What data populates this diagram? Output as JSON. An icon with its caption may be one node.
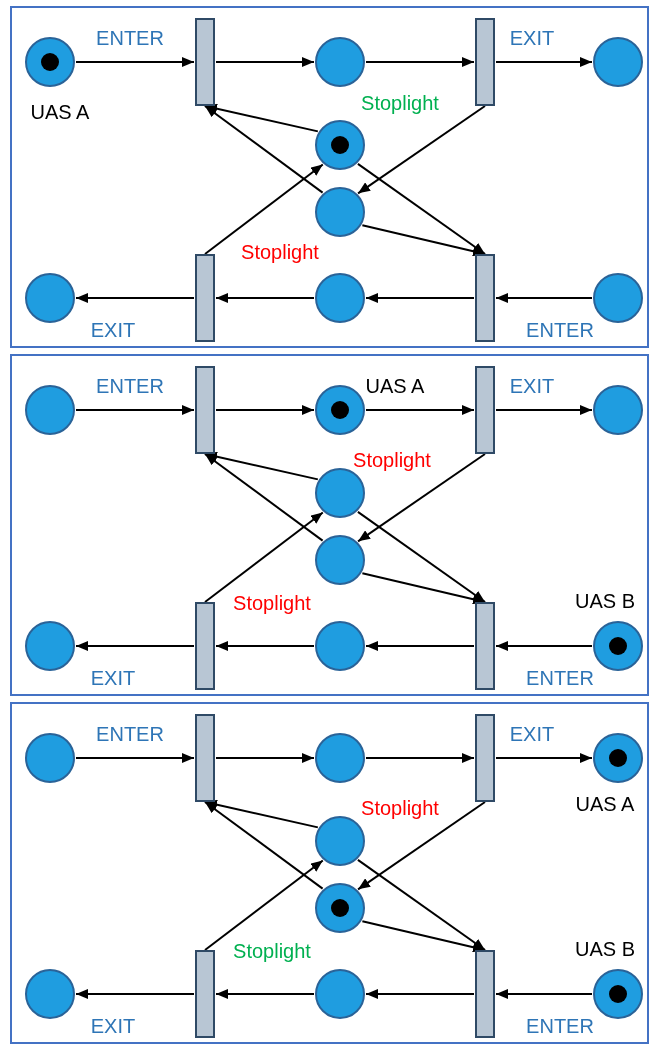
{
  "diagram": {
    "nodes": [
      {
        "text": [],
        "shape": "box"
      },
      {
        "text": [],
        "shape": "circle",
        "in": 0,
        "beside": [
          "UAS A"
        ]
      },
      {
        "text": [],
        "shape": "bar",
        "in": 0
      },
      {
        "text": [],
        "shape": "circle",
        "in": 0
      },
      {
        "text": [],
        "shape": "bar",
        "in": 0
      },
      {
        "text": [],
        "shape": "circle",
        "in": 0
      },
      {
        "text": [],
        "shape": "circle",
        "in": 0,
        "beside": [
          "Stoplight"
        ]
      },
      {
        "text": [],
        "shape": "circle",
        "in": 0,
        "beside": [
          "Stoplight"
        ]
      },
      {
        "text": [],
        "shape": "circle",
        "in": 0
      },
      {
        "text": [],
        "shape": "bar",
        "in": 0
      },
      {
        "text": [],
        "shape": "circle",
        "in": 0
      },
      {
        "text": [],
        "shape": "bar",
        "in": 0
      },
      {
        "text": [],
        "shape": "circle",
        "in": 0
      },
      {
        "text": [],
        "shape": "box"
      },
      {
        "text": [],
        "shape": "circle",
        "in": 13
      },
      {
        "text": [],
        "shape": "bar",
        "in": 13
      },
      {
        "text": [],
        "shape": "circle",
        "in": 13,
        "beside": [
          "UAS A"
        ]
      },
      {
        "text": [],
        "shape": "bar",
        "in": 13
      },
      {
        "text": [],
        "shape": "circle",
        "in": 13
      },
      {
        "text": [],
        "shape": "circle",
        "in": 13,
        "beside": [
          "Stoplight"
        ]
      },
      {
        "text": [],
        "shape": "circle",
        "in": 13,
        "beside": [
          "Stoplight"
        ]
      },
      {
        "text": [],
        "shape": "circle",
        "in": 13
      },
      {
        "text": [],
        "shape": "bar",
        "in": 13
      },
      {
        "text": [],
        "shape": "circle",
        "in": 13
      },
      {
        "text": [],
        "shape": "bar",
        "in": 13
      },
      {
        "text": [],
        "shape": "circle",
        "in": 13,
        "beside": [
          "UAS B"
        ]
      },
      {
        "text": [],
        "shape": "box"
      },
      {
        "text": [],
        "shape": "circle",
        "in": 26
      },
      {
        "text": [],
        "shape": "bar",
        "in": 26
      },
      {
        "text": [],
        "shape": "circle",
        "in": 26
      },
      {
        "text": [],
        "shape": "bar",
        "in": 26
      },
      {
        "text": [],
        "shape": "circle",
        "in": 26,
        "beside": [
          "UAS A"
        ]
      },
      {
        "text": [],
        "shape": "circle",
        "in": 26,
        "beside": [
          "Stoplight"
        ]
      },
      {
        "text": [],
        "shape": "circle",
        "in": 26,
        "beside": [
          "Stoplight"
        ]
      },
      {
        "text": [],
        "shape": "circle",
        "in": 26
      },
      {
        "text": [],
        "shape": "bar",
        "in": 26
      },
      {
        "text": [],
        "shape": "circle",
        "in": 26
      },
      {
        "text": [],
        "shape": "bar",
        "in": 26
      },
      {
        "text": [],
        "shape": "circle",
        "in": 26,
        "beside": [
          "UAS B"
        ]
      },
      {
        "text": [],
        "shape": "dot",
        "in": 1
      },
      {
        "text": [],
        "shape": "dot",
        "in": 6
      },
      {
        "text": [],
        "shape": "dot",
        "in": 16
      },
      {
        "text": [],
        "shape": "dot",
        "in": 25
      },
      {
        "text": [],
        "shape": "dot",
        "in": 31
      },
      {
        "text": [],
        "shape": "dot",
        "in": 33
      },
      {
        "text": [],
        "shape": "dot",
        "in": 38
      }
    ],
    "edges": [
      {
        "from": 1,
        "to": 2,
        "arrow": "to",
        "label": "ENTER"
      },
      {
        "from": 2,
        "to": 3,
        "arrow": "to"
      },
      {
        "from": 3,
        "to": 4,
        "arrow": "to"
      },
      {
        "from": 4,
        "to": 5,
        "arrow": "to",
        "label": "EXIT"
      },
      {
        "from": 12,
        "to": 11,
        "arrow": "to",
        "label": "ENTER"
      },
      {
        "from": 11,
        "to": 10,
        "arrow": "to"
      },
      {
        "from": 10,
        "to": 9,
        "arrow": "to"
      },
      {
        "from": 9,
        "to": 8,
        "arrow": "to",
        "label": "EXIT"
      },
      {
        "from": 9,
        "to": 6,
        "arrow": "to"
      },
      {
        "from": 6,
        "to": 2,
        "arrow": "to"
      },
      {
        "from": 6,
        "to": 11,
        "arrow": "to"
      },
      {
        "from": 4,
        "to": 7,
        "arrow": "to"
      },
      {
        "from": 7,
        "to": 2,
        "arrow": "to"
      },
      {
        "from": 7,
        "to": 11,
        "arrow": "to"
      },
      {
        "from": 14,
        "to": 15,
        "arrow": "to",
        "label": "ENTER"
      },
      {
        "from": 15,
        "to": 16,
        "arrow": "to"
      },
      {
        "from": 16,
        "to": 17,
        "arrow": "to"
      },
      {
        "from": 17,
        "to": 18,
        "arrow": "to",
        "label": "EXIT"
      },
      {
        "from": 25,
        "to": 24,
        "arrow": "to",
        "label": "ENTER"
      },
      {
        "from": 24,
        "to": 23,
        "arrow": "to"
      },
      {
        "from": 23,
        "to": 22,
        "arrow": "to"
      },
      {
        "from": 22,
        "to": 21,
        "arrow": "to",
        "label": "EXIT"
      },
      {
        "from": 22,
        "to": 19,
        "arrow": "to"
      },
      {
        "from": 19,
        "to": 15,
        "arrow": "to"
      },
      {
        "from": 19,
        "to": 24,
        "arrow": "to"
      },
      {
        "from": 17,
        "to": 20,
        "arrow": "to"
      },
      {
        "from": 20,
        "to": 15,
        "arrow": "to"
      },
      {
        "from": 20,
        "to": 24,
        "arrow": "to"
      },
      {
        "from": 27,
        "to": 28,
        "arrow": "to",
        "label": "ENTER"
      },
      {
        "from": 28,
        "to": 29,
        "arrow": "to"
      },
      {
        "from": 29,
        "to": 30,
        "arrow": "to"
      },
      {
        "from": 30,
        "to": 31,
        "arrow": "to",
        "label": "EXIT"
      },
      {
        "from": 38,
        "to": 37,
        "arrow": "to",
        "label": "ENTER"
      },
      {
        "from": 37,
        "to": 36,
        "arrow": "to"
      },
      {
        "from": 36,
        "to": 35,
        "arrow": "to"
      },
      {
        "from": 35,
        "to": 34,
        "arrow": "to",
        "label": "EXIT"
      },
      {
        "from": 35,
        "to": 32,
        "arrow": "to"
      },
      {
        "from": 32,
        "to": 28,
        "arrow": "to"
      },
      {
        "from": 32,
        "to": 37,
        "arrow": "to"
      },
      {
        "from": 30,
        "to": 33,
        "arrow": "to"
      },
      {
        "from": 33,
        "to": 28,
        "arrow": "to"
      },
      {
        "from": 33,
        "to": 37,
        "arrow": "to"
      }
    ]
  }
}
